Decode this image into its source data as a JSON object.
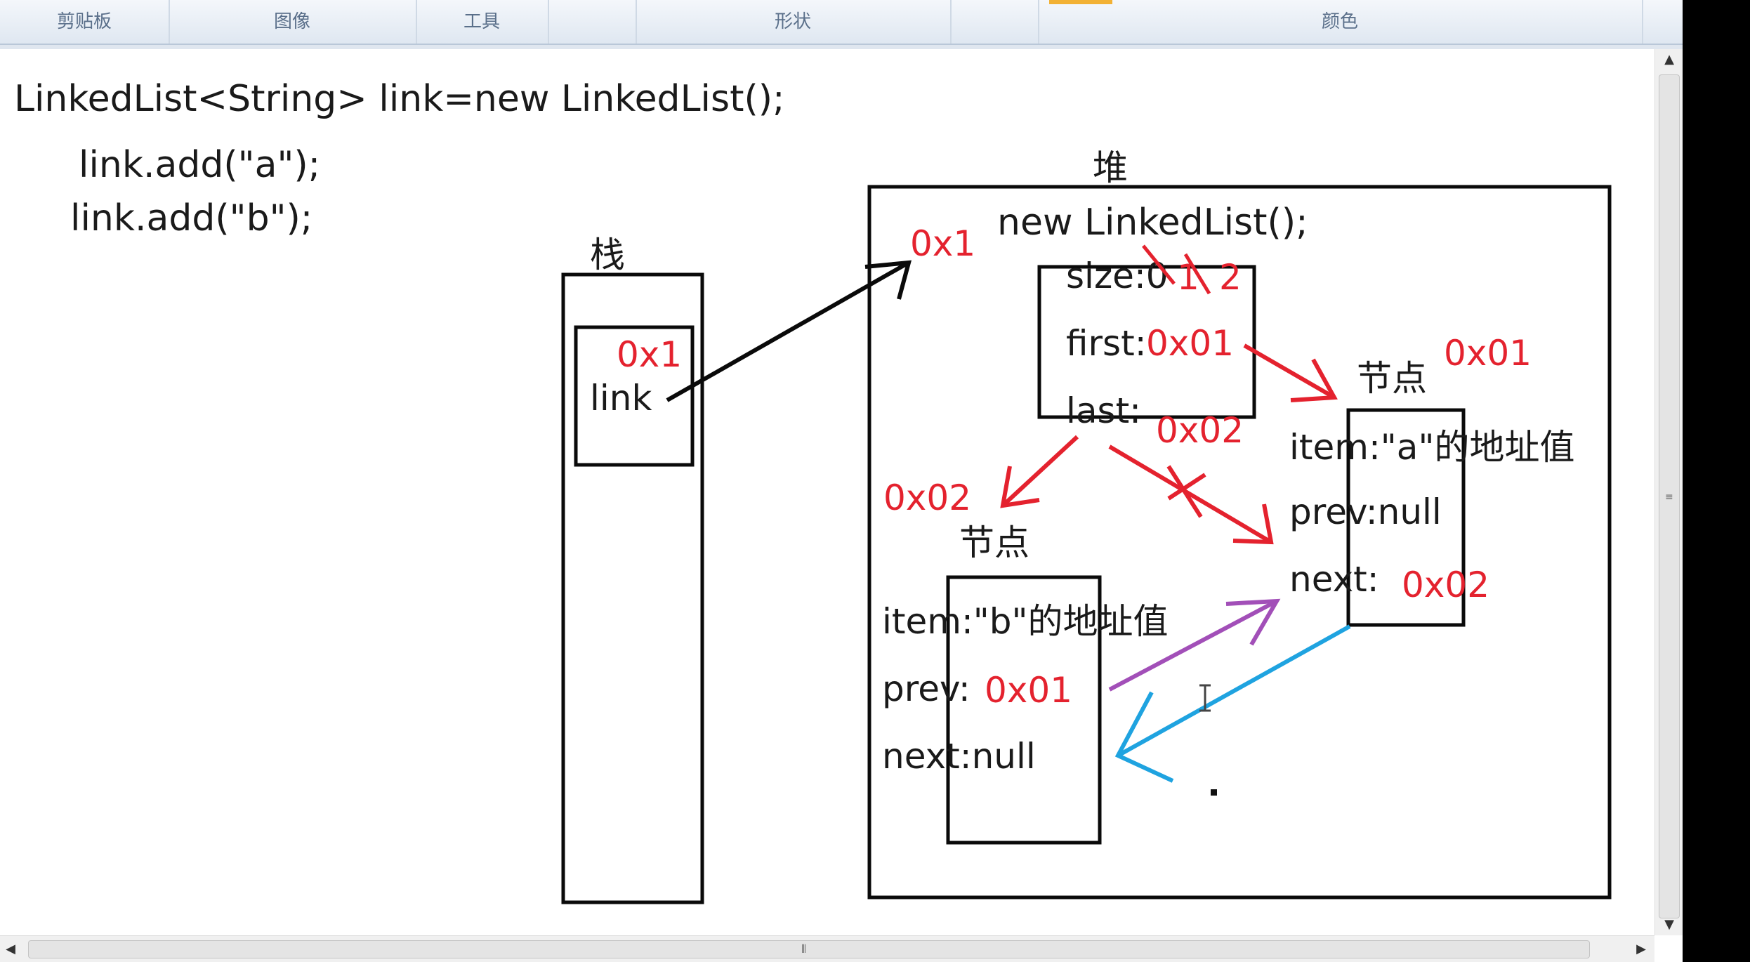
{
  "ribbon": {
    "groups": [
      "剪贴板",
      "图像",
      "工具",
      "形状",
      "颜色"
    ]
  },
  "code": {
    "line1": "LinkedList<String> link=new LinkedList();",
    "line2": "link.add(\"a\");",
    "line3": "link.add(\"b\");"
  },
  "stack": {
    "title": "栈",
    "address": "0x1",
    "var_label": "link"
  },
  "heap": {
    "title": "堆",
    "object_label": "new LinkedList();",
    "object_address": "0x1",
    "fields": {
      "size": "size:0",
      "size_updates": [
        "1",
        "2"
      ],
      "first": "first:",
      "first_value": "0x01",
      "last": "last:",
      "last_value": "0x02"
    },
    "node_a": {
      "title": "节点",
      "address": "0x01",
      "item": "item:\"a\"的地址值",
      "prev": "prev:null",
      "next": "next:",
      "next_value": "0x02"
    },
    "node_b": {
      "title": "节点",
      "address": "0x02",
      "item": "item:\"b\"的地址值",
      "prev": "prev:",
      "prev_value": "0x01",
      "next": "next:null"
    }
  },
  "colors": {
    "annotation_red": "#e4222e",
    "arrow_purple": "#a24fb8",
    "arrow_blue": "#1fa3e0",
    "ink": "#0a0a0a"
  },
  "icons": {
    "text_cursor": "i-beam-cursor-icon",
    "scroll_up": "arrow-up-icon",
    "scroll_down": "arrow-down-icon",
    "scroll_left": "arrow-left-icon",
    "scroll_right": "arrow-right-icon"
  }
}
